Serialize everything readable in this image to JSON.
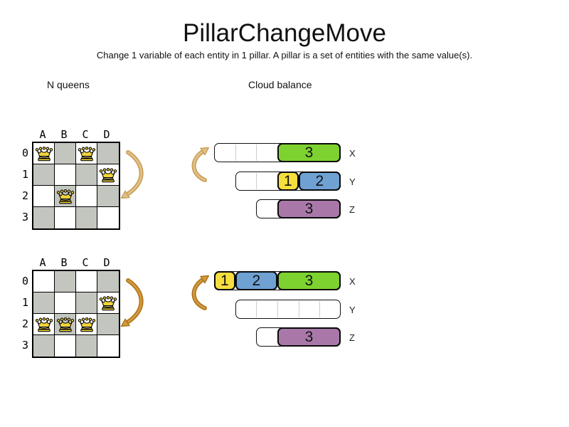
{
  "title": "PillarChangeMove",
  "subtitle": "Change 1 variable of each entity in 1 pillar. A pillar is a set of entities with the same value(s).",
  "sections": {
    "nqueens": "N queens",
    "cloud": "Cloud balance"
  },
  "colors": {
    "process_green": "#7dd22f",
    "process_yellow": "#f6de3e",
    "process_blue": "#6fa1d3",
    "process_purple": "#a978a9",
    "board_gray": "#c3c6be",
    "queen_gold": "#f2d43c",
    "arrow_tan_fill": "#e2c084",
    "arrow_tan_edge": "#c79c58",
    "arrow_orange_fill": "#d4983d",
    "arrow_orange_edge": "#a97217"
  },
  "boards": [
    {
      "name": "nqueens-before",
      "columns": [
        "A",
        "B",
        "C",
        "D"
      ],
      "rows": [
        "0",
        "1",
        "2",
        "3"
      ],
      "queens": [
        {
          "column": "A",
          "row": "0"
        },
        {
          "column": "C",
          "row": "0"
        },
        {
          "column": "D",
          "row": "1"
        },
        {
          "column": "B",
          "row": "2"
        }
      ]
    },
    {
      "name": "nqueens-after",
      "columns": [
        "A",
        "B",
        "C",
        "D"
      ],
      "rows": [
        "0",
        "1",
        "2",
        "3"
      ],
      "queens": [
        {
          "column": "D",
          "row": "1"
        },
        {
          "column": "A",
          "row": "2"
        },
        {
          "column": "B",
          "row": "2"
        },
        {
          "column": "C",
          "row": "2"
        }
      ]
    }
  ],
  "cloud_states": [
    {
      "name": "cloud-before",
      "bars": [
        {
          "label": "X",
          "capacity": 6,
          "free_slots": 3,
          "processes": [
            {
              "value": "3",
              "size": 3,
              "color": "process_green"
            }
          ]
        },
        {
          "label": "Y",
          "capacity": 5,
          "free_slots": 2,
          "processes": [
            {
              "value": "1",
              "size": 1,
              "color": "process_yellow"
            },
            {
              "value": "2",
              "size": 2,
              "color": "process_blue"
            }
          ]
        },
        {
          "label": "Z",
          "capacity": 4,
          "free_slots": 1,
          "processes": [
            {
              "value": "3",
              "size": 3,
              "color": "process_purple"
            }
          ]
        }
      ]
    },
    {
      "name": "cloud-after",
      "bars": [
        {
          "label": "X",
          "capacity": 6,
          "free_slots": 0,
          "processes": [
            {
              "value": "1",
              "size": 1,
              "color": "process_yellow"
            },
            {
              "value": "2",
              "size": 2,
              "color": "process_blue"
            },
            {
              "value": "3",
              "size": 3,
              "color": "process_green"
            }
          ]
        },
        {
          "label": "Y",
          "capacity": 5,
          "free_slots": 5,
          "processes": []
        },
        {
          "label": "Z",
          "capacity": 4,
          "free_slots": 1,
          "processes": [
            {
              "value": "3",
              "size": 3,
              "color": "process_purple"
            }
          ]
        }
      ]
    }
  ]
}
